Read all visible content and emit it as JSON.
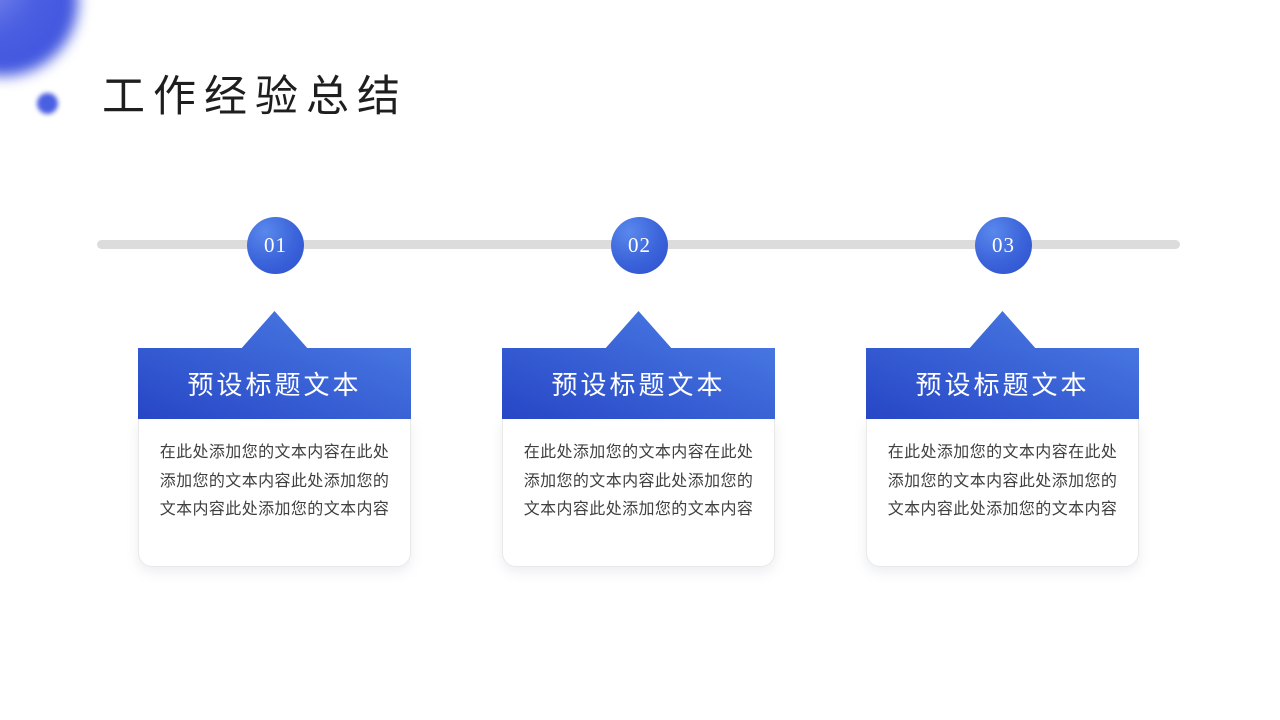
{
  "slide": {
    "title": "工作经验总结"
  },
  "timeline": {
    "items": [
      {
        "number": "01",
        "card": {
          "title": "预设标题文本",
          "body": "在此处添加您的文本内容在此处添加您的文本内容此处添加您的文本内容此处添加您的文本内容"
        }
      },
      {
        "number": "02",
        "card": {
          "title": "预设标题文本",
          "body": "在此处添加您的文本内容在此处添加您的文本内容此处添加您的文本内容此处添加您的文本内容"
        }
      },
      {
        "number": "03",
        "card": {
          "title": "预设标题文本",
          "body": "在此处添加您的文本内容在此处添加您的文本内容此处添加您的文本内容此处添加您的文本内容"
        }
      }
    ]
  },
  "colors": {
    "accent_gradient_dark": "#2746c6",
    "accent_gradient_light": "#4d80e6",
    "node_blue": "#3b63da",
    "decoration_blue": "#4a5ee2",
    "timeline_line_gray": "#dcdcdc",
    "title_text": "#1e1e1e",
    "body_text": "#3f3f3f",
    "card_header_text": "#ffffff",
    "background": "#ffffff"
  }
}
